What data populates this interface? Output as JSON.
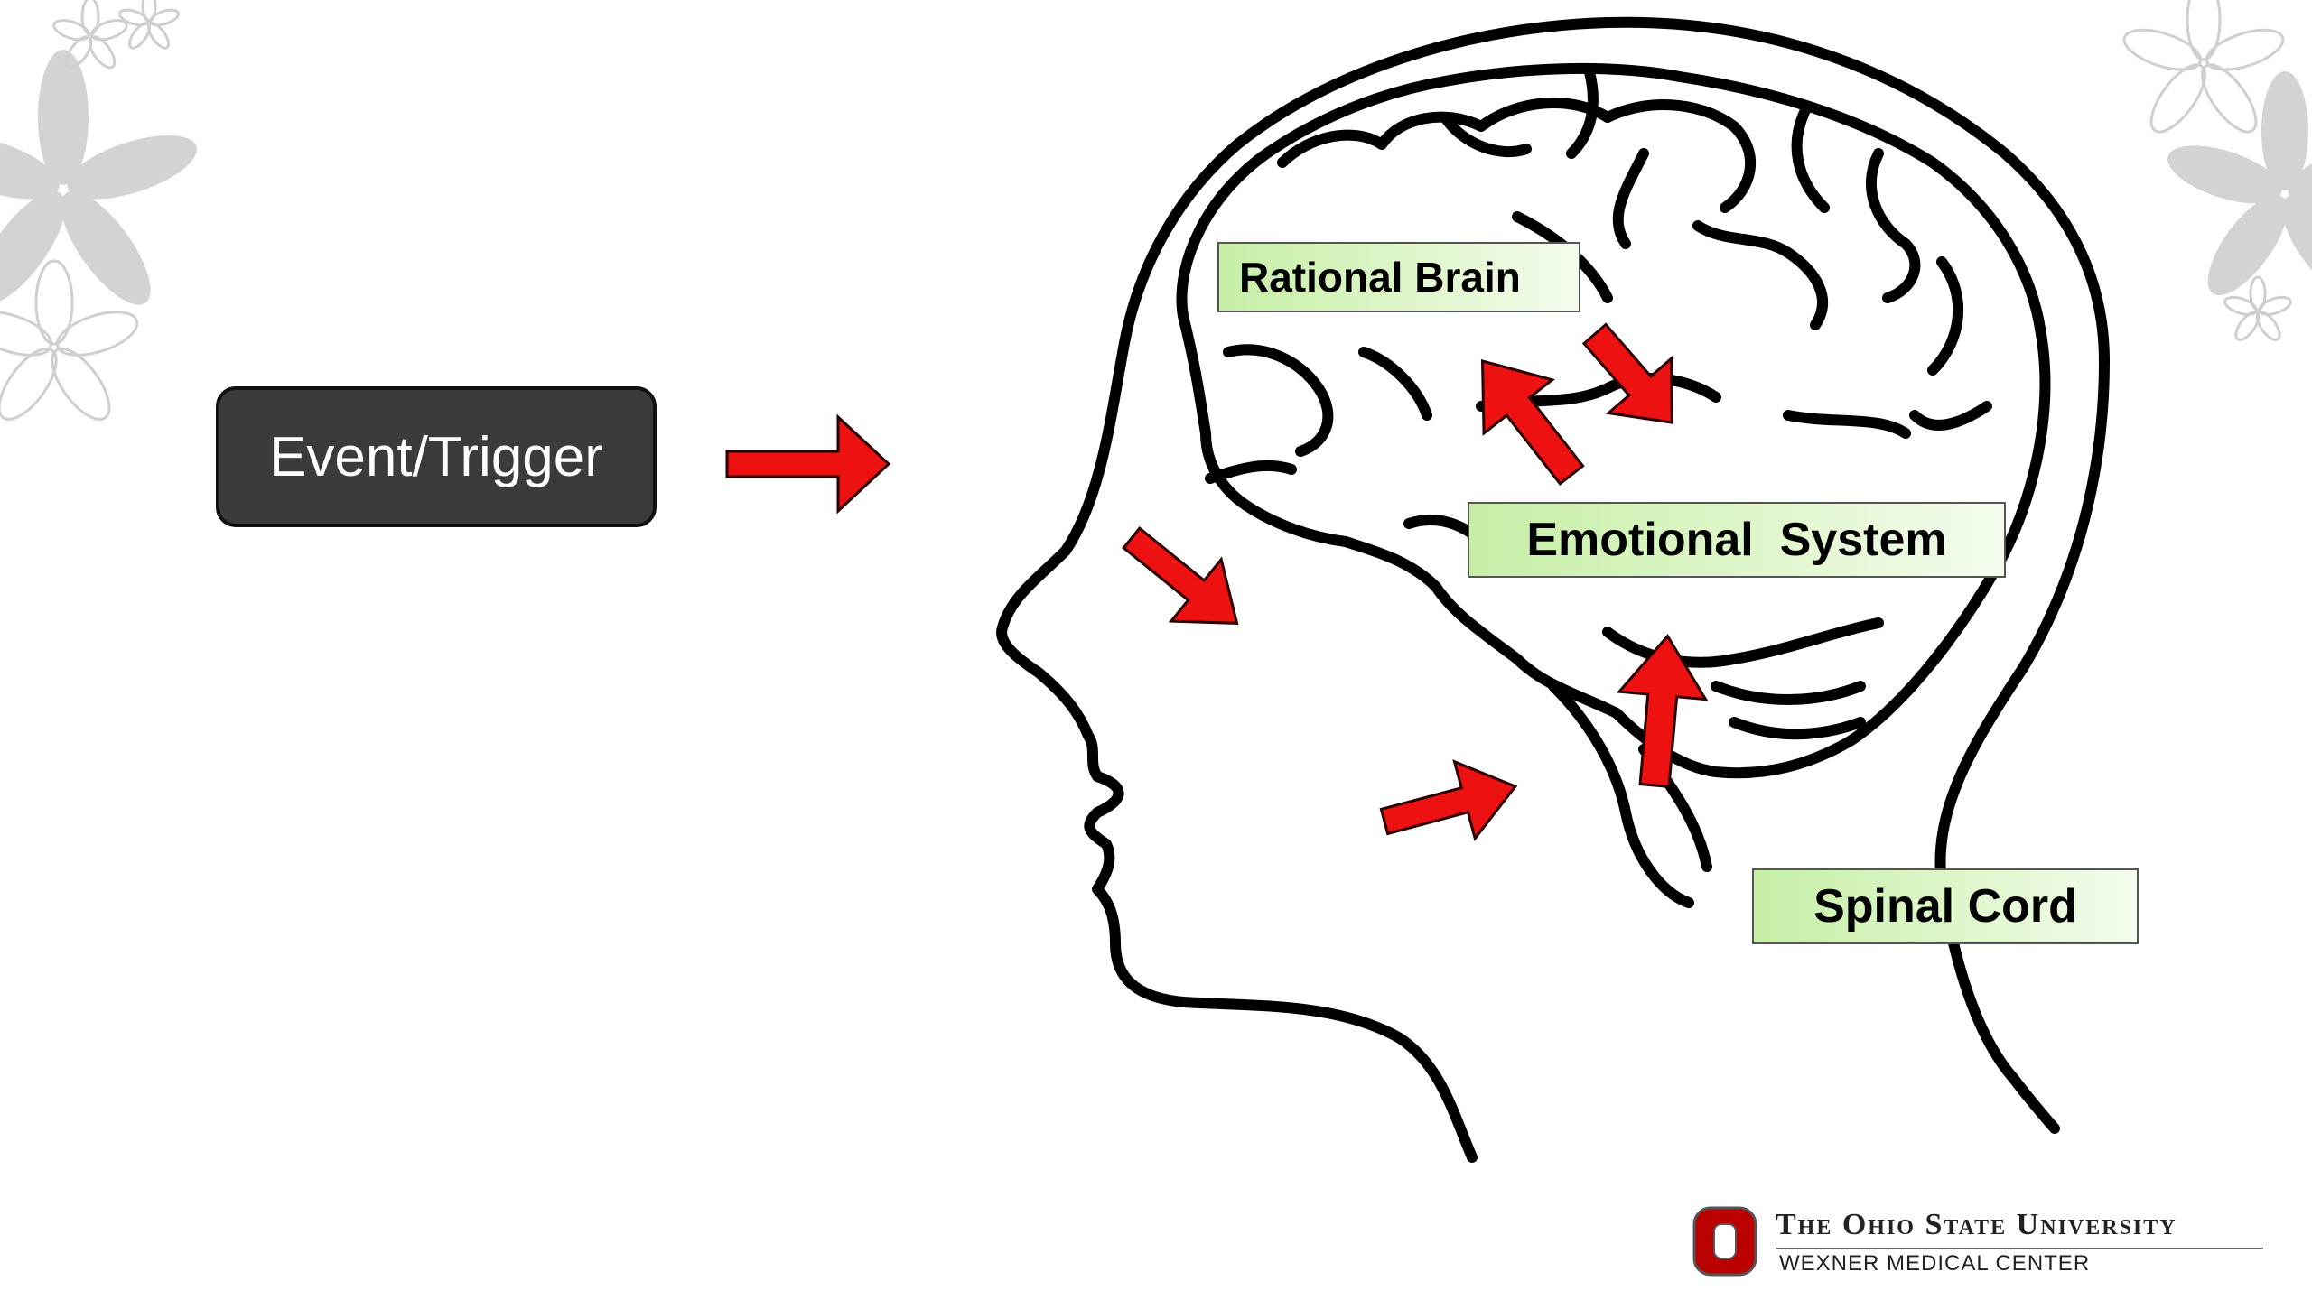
{
  "diagram": {
    "trigger_label": "Event/Trigger",
    "rational_label": "Rational Brain",
    "emotional_label": "Emotional  System",
    "spinal_label": "Spinal Cord"
  },
  "logo": {
    "title": "The Ohio State University",
    "subtitle": "WEXNER MEDICAL CENTER"
  },
  "colors": {
    "arrow_fill": "#ee1111",
    "arrow_stroke": "#2a0000",
    "label_fill": "#c6efa5",
    "trigger_fill": "#3b3b3b",
    "osu_scarlet": "#bb0000",
    "decor_flower": "#c8c8c8"
  },
  "icons": [
    "head-outline-icon",
    "brain-outline-icon",
    "flower-decoration-icon",
    "block-o-logo-icon",
    "arrow-icon"
  ]
}
